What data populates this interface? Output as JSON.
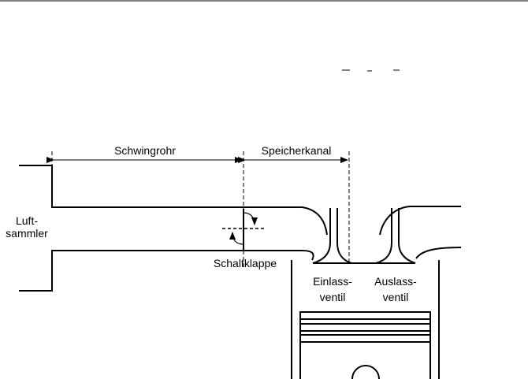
{
  "labels": {
    "schwingrohr": "Schwingrohr",
    "speicherkanal": "Speicherkanal",
    "luftsammler_1": "Luft-",
    "luftsammler_2": "sammler",
    "schaltklappe": "Schaltklappe",
    "einlass_1": "Einlass-",
    "einlass_2": "ventil",
    "auslass_1": "Auslass-",
    "auslass_2": "ventil"
  },
  "colors": {
    "line": "#000000",
    "background": "#ffffff"
  }
}
